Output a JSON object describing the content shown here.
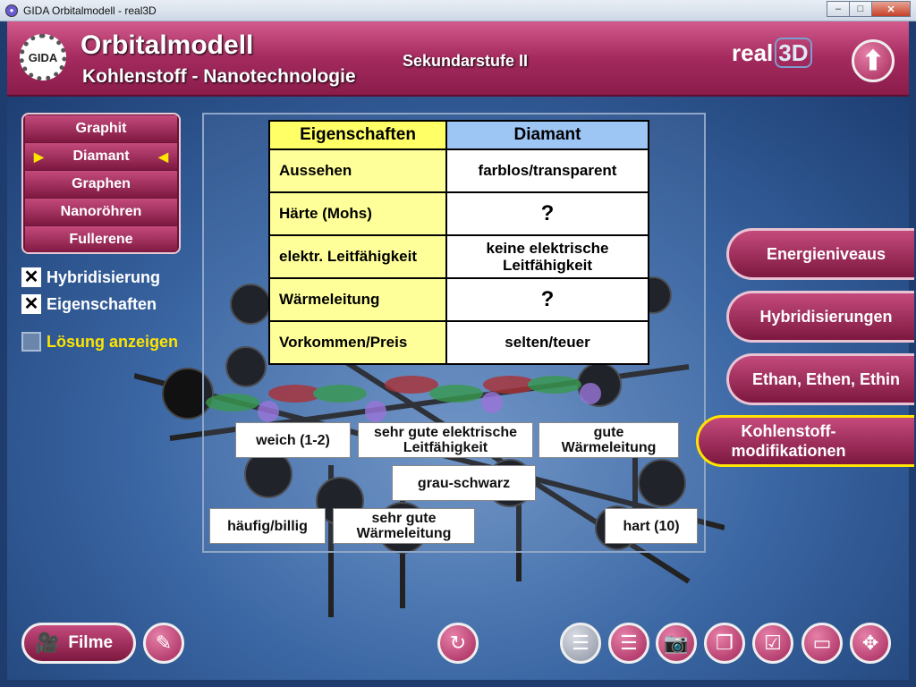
{
  "window": {
    "title": "GIDA Orbitalmodell - real3D",
    "minimize": "–",
    "maximize": "□",
    "close": "✕"
  },
  "header": {
    "logo_text": "GIDA",
    "title": "Orbitalmodell",
    "subtitle": "Kohlenstoff - Nanotechnologie",
    "level": "Sekundarstufe II",
    "brand": "real",
    "brand_3d": "3D"
  },
  "nav": {
    "items": [
      {
        "label": "Graphit"
      },
      {
        "label": "Diamant",
        "active": true
      },
      {
        "label": "Graphen"
      },
      {
        "label": "Nanoröhren"
      },
      {
        "label": "Fullerene"
      }
    ]
  },
  "options": {
    "hybridisierung": {
      "label": "Hybridisierung",
      "checked": true,
      "mark": "✕"
    },
    "eigenschaften": {
      "label": "Eigenschaften",
      "checked": true,
      "mark": "✕"
    },
    "loesung": {
      "label": "Lösung anzeigen",
      "checked": false
    }
  },
  "table": {
    "headers": [
      "Eigenschaften",
      "Diamant"
    ],
    "rows": [
      {
        "property": "Aussehen",
        "value": "farblos/transparent"
      },
      {
        "property": "Härte (Mohs)",
        "value": "?"
      },
      {
        "property": "elektr. Leitfähigkeit",
        "value": "keine elektrische Leitfähigkeit"
      },
      {
        "property": "Wärmeleitung",
        "value": "?"
      },
      {
        "property": "Vorkommen/Preis",
        "value": "selten/teuer"
      }
    ]
  },
  "cards": [
    {
      "text": "weich (1-2)"
    },
    {
      "text": "sehr gute elektrische Leitfähigkeit"
    },
    {
      "text": "gute Wärmeleitung"
    },
    {
      "text": "grau-schwarz"
    },
    {
      "text": "häufig/billig"
    },
    {
      "text": "sehr gute Wärmeleitung"
    },
    {
      "text": "hart (10)"
    }
  ],
  "right_menu": [
    {
      "label": "Energieniveaus"
    },
    {
      "label": "Hybridisierungen"
    },
    {
      "label": "Ethan, Ethen, Ethin"
    },
    {
      "label": "Kohlenstoff-modifikationen",
      "active": true
    }
  ],
  "toolbar": {
    "filme_label": "Filme"
  },
  "colors": {
    "header": "#a42a5e",
    "accent_yellow": "#ffe400",
    "background": "#3a66a3"
  }
}
